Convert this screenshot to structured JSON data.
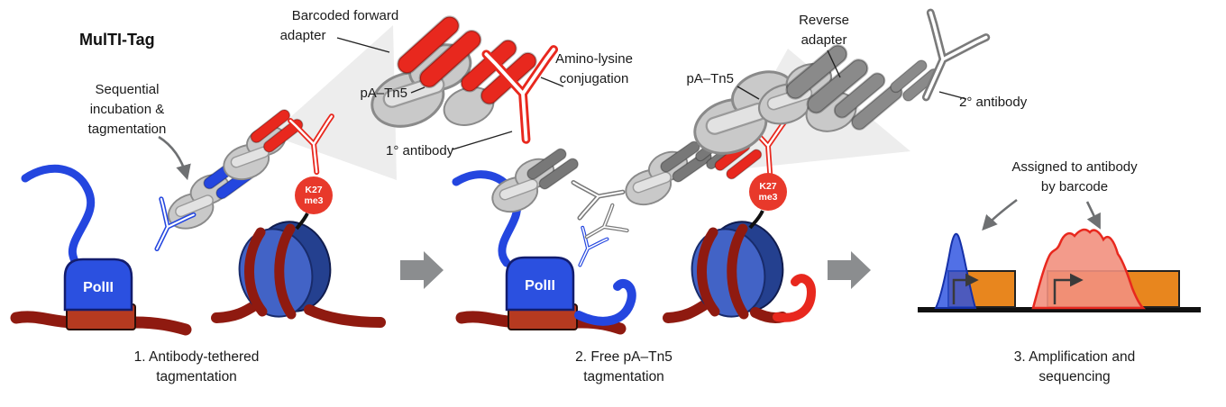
{
  "figure": {
    "title": "MulTI-Tag",
    "panel1": {
      "process_note": [
        "Sequential",
        "incubation &",
        "tagmentation"
      ],
      "caption": [
        "1. Antibody-tethered",
        "tagmentation"
      ],
      "polii_label": "PolII",
      "histone_mark": [
        "K27",
        "me3"
      ]
    },
    "inset_forward": {
      "adapter_label": [
        "Barcoded forward",
        "adapter"
      ],
      "pa_tn5_label": "pA–Tn5",
      "conjugation_label": [
        "Amino-lysine",
        "conjugation"
      ],
      "antibody_label": "1° antibody"
    },
    "panel2": {
      "caption": [
        "2. Free pA–Tn5",
        "tagmentation"
      ],
      "polii_label": "PolII",
      "histone_mark": [
        "K27",
        "me3"
      ]
    },
    "inset_reverse": {
      "adapter_label": [
        "Reverse",
        "adapter"
      ],
      "pa_tn5_label": "pA–Tn5",
      "antibody_label": "2° antibody"
    },
    "panel3": {
      "note": [
        "Assigned to antibody",
        "by barcode"
      ],
      "caption": [
        "3. Amplification and",
        "sequencing"
      ]
    },
    "colors": {
      "red": "#e8281e",
      "blue": "#2446df",
      "dark_red_dna": "#8f1a10",
      "gray_blob": "#c9c9c9",
      "dark_gray": "#6e7072",
      "orange_gene": "#e8861e",
      "salmon_peak": "#f2907e"
    }
  }
}
